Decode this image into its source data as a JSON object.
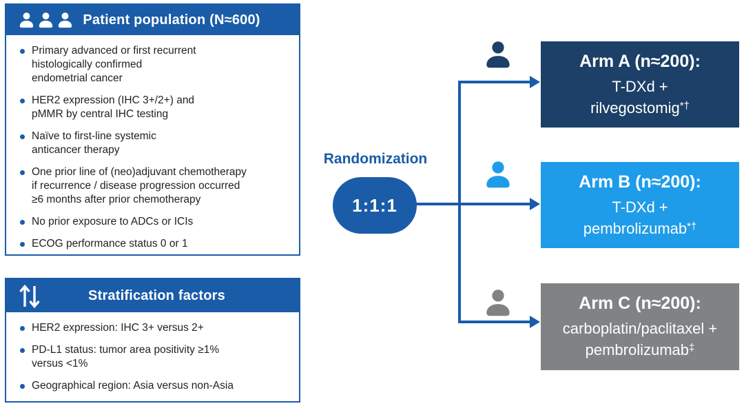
{
  "population_box": {
    "title": "Patient population (N≈600)",
    "icon": "patient-group-icon",
    "bullets": [
      "Primary advanced or first recurrent\nhistologically confirmed\nendometrial cancer",
      "HER2 expression (IHC 3+/2+) and\npMMR by central IHC testing",
      "Naïve to first-line systemic\nanticancer therapy",
      "One prior line of (neo)adjuvant chemotherapy\nif recurrence / disease progression occurred\n≥6 months after prior chemotherapy",
      "No prior exposure to ADCs or ICIs",
      "ECOG performance status 0 or 1"
    ]
  },
  "stratification_box": {
    "title": "Stratification factors",
    "icon": "up-down-arrows-icon",
    "bullets": [
      "HER2 expression: IHC 3+ versus 2+",
      "PD-L1 status: tumor area positivity ≥1%\nversus <1%",
      "Geographical region: Asia versus non-Asia"
    ]
  },
  "randomization": {
    "label": "Randomization",
    "ratio": "1:1:1"
  },
  "arms": [
    {
      "title": "Arm A (n≈200):",
      "line1": "T-DXd +",
      "line2": "rilvegostomig",
      "line2_sup": "*†",
      "color": "#1C4067",
      "icon": "person-icon"
    },
    {
      "title": "Arm B (n≈200):",
      "line1": "T-DXd +",
      "line2": "pembrolizumab",
      "line2_sup": "*†",
      "color": "#1E9CE9",
      "icon": "person-icon"
    },
    {
      "title": "Arm C (n≈200):",
      "line1": "carboplatin/paclitaxel +",
      "line2": "pembrolizumab",
      "line2_sup": "‡",
      "color": "#808284",
      "icon": "person-icon"
    }
  ],
  "colors": {
    "primary_blue": "#1A5CA8",
    "arm_a_navy": "#1C4067",
    "arm_b_blue": "#1E9CE9",
    "arm_c_gray": "#808284",
    "body_text": "#222222"
  }
}
